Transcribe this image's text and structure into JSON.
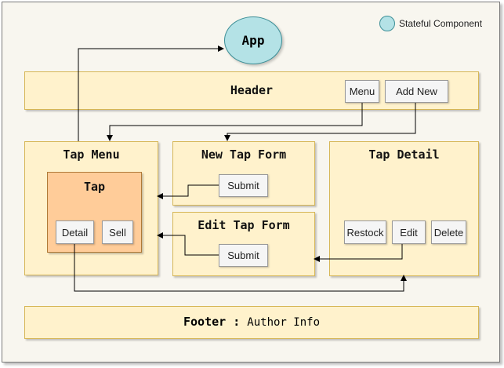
{
  "legend": {
    "label": "Stateful Component"
  },
  "app": {
    "label": "App"
  },
  "header": {
    "title": "Header",
    "menu_button": "Menu",
    "add_new_button": "Add New"
  },
  "tap_menu": {
    "title": "Tap Menu"
  },
  "tap": {
    "title": "Tap",
    "detail_button": "Detail",
    "sell_button": "Sell"
  },
  "new_tap_form": {
    "title": "New Tap Form",
    "submit_button": "Submit"
  },
  "edit_tap_form": {
    "title": "Edit Tap Form",
    "submit_button": "Submit"
  },
  "tap_detail": {
    "title": "Tap Detail",
    "restock_button": "Restock",
    "edit_button": "Edit",
    "delete_button": "Delete"
  },
  "footer": {
    "title": "Footer",
    "separator": " : ",
    "author_info": "Author Info"
  },
  "colors": {
    "stateful_fill": "#b4e2e6",
    "component_fill": "#fff2cc",
    "component_border": "#d6b656",
    "tap_fill": "#ffcc99",
    "canvas_bg": "#f8f6ef"
  }
}
